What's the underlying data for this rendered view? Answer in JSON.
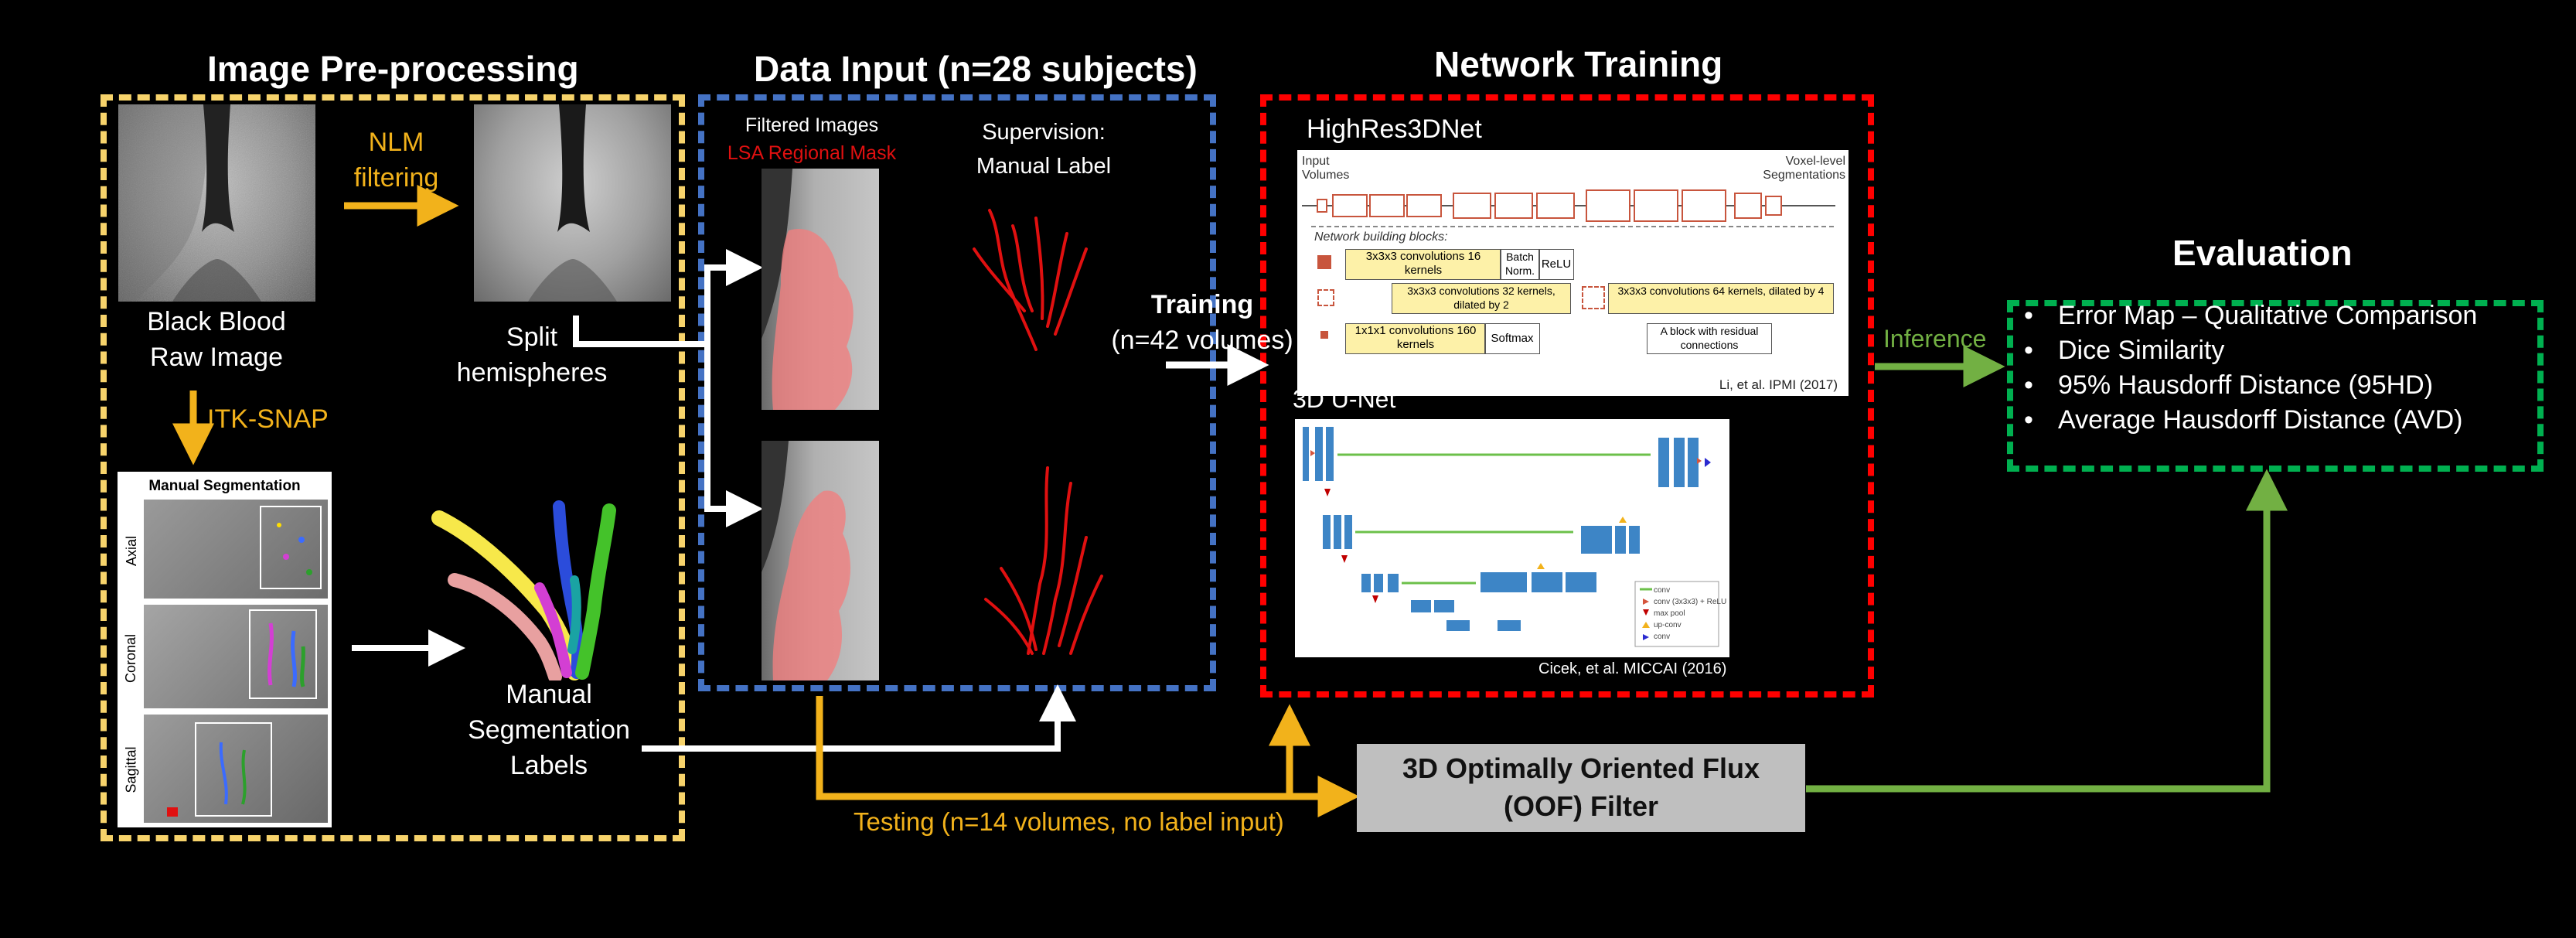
{
  "sections": {
    "preprocessing_title": "Image Pre-processing",
    "data_input_title": "Data Input (n=28 subjects)",
    "network_training_title": "Network Training",
    "evaluation_title": "Evaluation"
  },
  "preprocessing": {
    "raw_label_line1": "Black Blood",
    "raw_label_line2": "Raw Image",
    "nlm_line1": "NLM",
    "nlm_line2": "filtering",
    "split_line1": "Split",
    "split_line2": "hemispheres",
    "itksnap": "ITK-SNAP",
    "manual_seg_panel_title": "Manual Segmentation",
    "views": [
      "Axial",
      "Coronal",
      "Sagittal"
    ],
    "labels_line1": "Manual",
    "labels_line2": "Segmentation",
    "labels_line3": "Labels"
  },
  "data_input": {
    "filtered_images": "Filtered Images",
    "regional_mask": "LSA Regional Mask",
    "supervision_line1": "Supervision:",
    "supervision_line2": "Manual Label"
  },
  "training": {
    "label": "Training",
    "volumes": "(n=42 volumes)"
  },
  "network": {
    "highres_title": "HighRes3DNet",
    "highres_input": "Input Volumes",
    "highres_output": "Voxel-level Segmentations",
    "building_blocks": "Network building blocks:",
    "blocks": [
      "3x3x3 convolutions 16 kernels",
      "Batch Norm.",
      "ReLU",
      "3x3x3 convolutions 32 kernels, dilated by 2",
      "1x1x1 convolutions 160 kernels",
      "Softmax",
      "3x3x3 convolutions 64 kernels, dilated by 4",
      "A block with residual connections"
    ],
    "highres_citation": "Li, et al. IPMI (2017)",
    "unet_title": "3D U-Net",
    "unet_legend": [
      "conv",
      "conv (3x3x3) + ReLU",
      "max pool",
      "up-conv",
      "conv"
    ],
    "unet_citation": "Cicek, et al. MICCAI (2016)"
  },
  "inference": "Inference",
  "evaluation_items": [
    "Error Map – Qualitative Comparison",
    "Dice Similarity",
    "95% Hausdorff Distance (95HD)",
    "Average Hausdorff Distance (AVD)"
  ],
  "testing": "Testing (n=14 volumes, no label input)",
  "oof_line1": "3D Optimally Oriented Flux",
  "oof_line2": "(OOF) Filter",
  "colors": {
    "preprocessing_box": "#f7d36b",
    "data_input_box": "#4472c4",
    "network_box": "#ff0000",
    "evaluation_box": "#00b050",
    "orange_arrow": "#f2b21b",
    "green_arrow": "#72b043",
    "mask": "#f08080",
    "vessel": "#e01010"
  }
}
